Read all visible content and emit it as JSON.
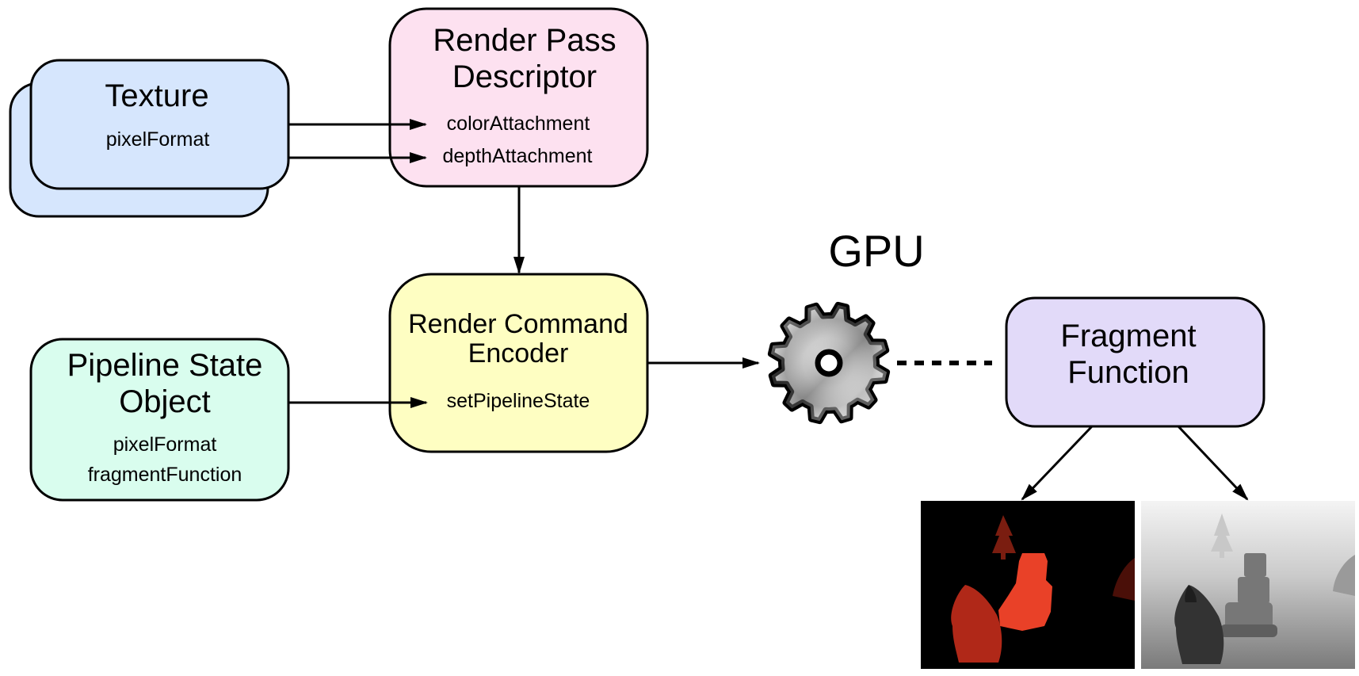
{
  "texture": {
    "title": "Texture",
    "field": "pixelFormat"
  },
  "render_pass": {
    "title_line1": "Render Pass",
    "title_line2": "Descriptor",
    "field1": "colorAttachment",
    "field2": "depthAttachment"
  },
  "encoder": {
    "title_line1": "Render Command",
    "title_line2": "Encoder",
    "field": "setPipelineState"
  },
  "pipeline": {
    "title_line1": "Pipeline State",
    "title_line2": "Object",
    "field1": "pixelFormat",
    "field2": "fragmentFunction"
  },
  "gpu": {
    "label": "GPU"
  },
  "fragment": {
    "title_line1": "Fragment",
    "title_line2": "Function"
  },
  "colors": {
    "texture_fill": "#d6e6fd",
    "render_pass_fill": "#fde1f0",
    "encoder_fill": "#fefec2",
    "pipeline_fill": "#d9fdee",
    "fragment_fill": "#e2daf9",
    "stroke": "#000000",
    "color_output_bg": "#000000",
    "color_output_red": "#e94128",
    "color_output_darkred": "#b02818"
  },
  "icons": {
    "gpu": "gear-icon",
    "color_output": "color-render-thumbnail",
    "depth_output": "depth-render-thumbnail"
  }
}
